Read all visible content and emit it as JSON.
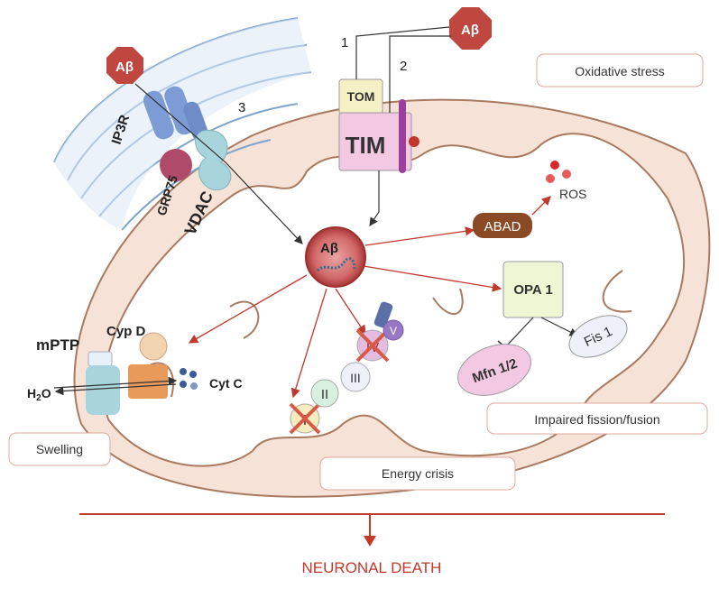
{
  "labels": {
    "abeta": "Aβ",
    "num1": "1",
    "num2": "2",
    "num3": "3",
    "tom": "TOM",
    "tim": "TIM",
    "ip3r": "IP3R",
    "grp75": "GRP75",
    "vdac": "VDAC",
    "abad": "ABAD",
    "ros": "ROS",
    "opa1": "OPA 1",
    "fis1": "Fis 1",
    "mfn": "Mfn 1/2",
    "mptp": "mPTP",
    "cypd": "Cyp D",
    "cytc": "Cyt C",
    "h2o_main": "H",
    "h2o_sub": "2",
    "h2o_tail": "O",
    "complex_1": "I",
    "complex_2": "II",
    "complex_3": "III",
    "complex_4": "IV",
    "complex_5": "V"
  },
  "boxes": {
    "oxidative": "Oxidative stress",
    "impaired": "Impaired fission/fusion",
    "swelling": "Swelling",
    "energy": "Energy crisis"
  },
  "footer": {
    "death": "NEURONAL DEATH"
  },
  "colors": {
    "accent_red": "#c0392b",
    "death_red": "#c0392b",
    "membrane": "#f7e6dc",
    "membrane_stroke": "#b5866b",
    "er_blue": "#c8dcf2",
    "abeta_red": "#b03a3a"
  }
}
